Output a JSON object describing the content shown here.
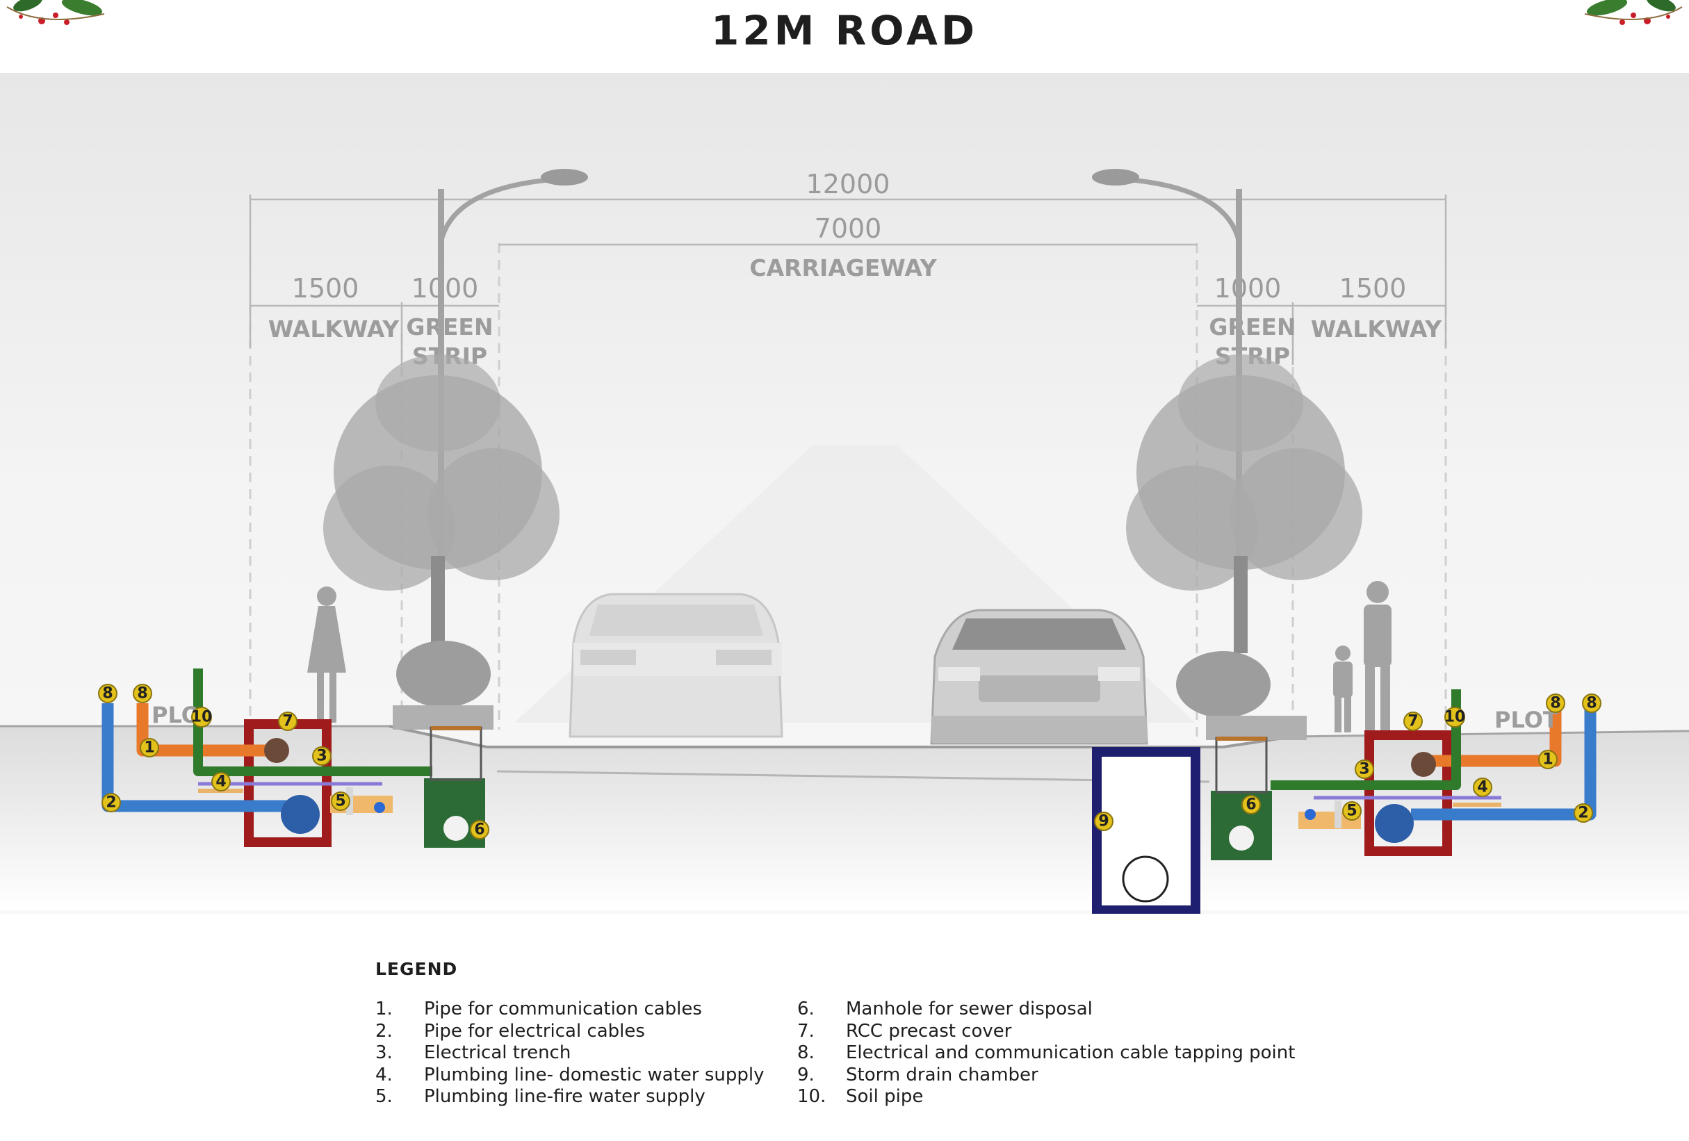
{
  "title": "12M ROAD",
  "dimensions": {
    "total": "12000",
    "carriageway_width": "7000",
    "carriageway_label": "CARRIAGEWAY",
    "left_walkway_width": "1500",
    "left_walkway_label": "WALKWAY",
    "left_green_width": "1000",
    "left_green_label_line1": "GREEN",
    "left_green_label_line2": "STRIP",
    "right_green_width": "1000",
    "right_green_label_line1": "GREEN",
    "right_green_label_line2": "STRIP",
    "right_walkway_width": "1500",
    "right_walkway_label": "WALKWAY"
  },
  "plot_labels": {
    "left": "PLO",
    "right": "PLOT"
  },
  "markers": [
    "1",
    "2",
    "3",
    "4",
    "5",
    "6",
    "7",
    "8",
    "9",
    "10"
  ],
  "colors": {
    "communication_pipe": "#e8782a",
    "electrical_pipe": "#3a7ccc",
    "soil_pipe": "#2f7a2b",
    "trench": "#a01c1c",
    "storm_drain": "#1e1f6e",
    "manhole": "#2c6b35",
    "marker": "#e3c21b"
  },
  "legend": {
    "title": "LEGEND",
    "items": [
      {
        "num": "1.",
        "text": "Pipe for communication cables"
      },
      {
        "num": "2.",
        "text": "Pipe for electrical cables"
      },
      {
        "num": "3.",
        "text": "Electrical trench"
      },
      {
        "num": "4.",
        "text": "Plumbing line- domestic water supply"
      },
      {
        "num": "5.",
        "text": "Plumbing line-fire water supply"
      },
      {
        "num": "6.",
        "text": "Manhole for sewer disposal"
      },
      {
        "num": "7.",
        "text": "RCC precast cover"
      },
      {
        "num": "8.",
        "text": "Electrical and communication cable tapping point"
      },
      {
        "num": "9.",
        "text": "Storm drain chamber"
      },
      {
        "num": "10.",
        "text": "Soil pipe"
      }
    ]
  }
}
